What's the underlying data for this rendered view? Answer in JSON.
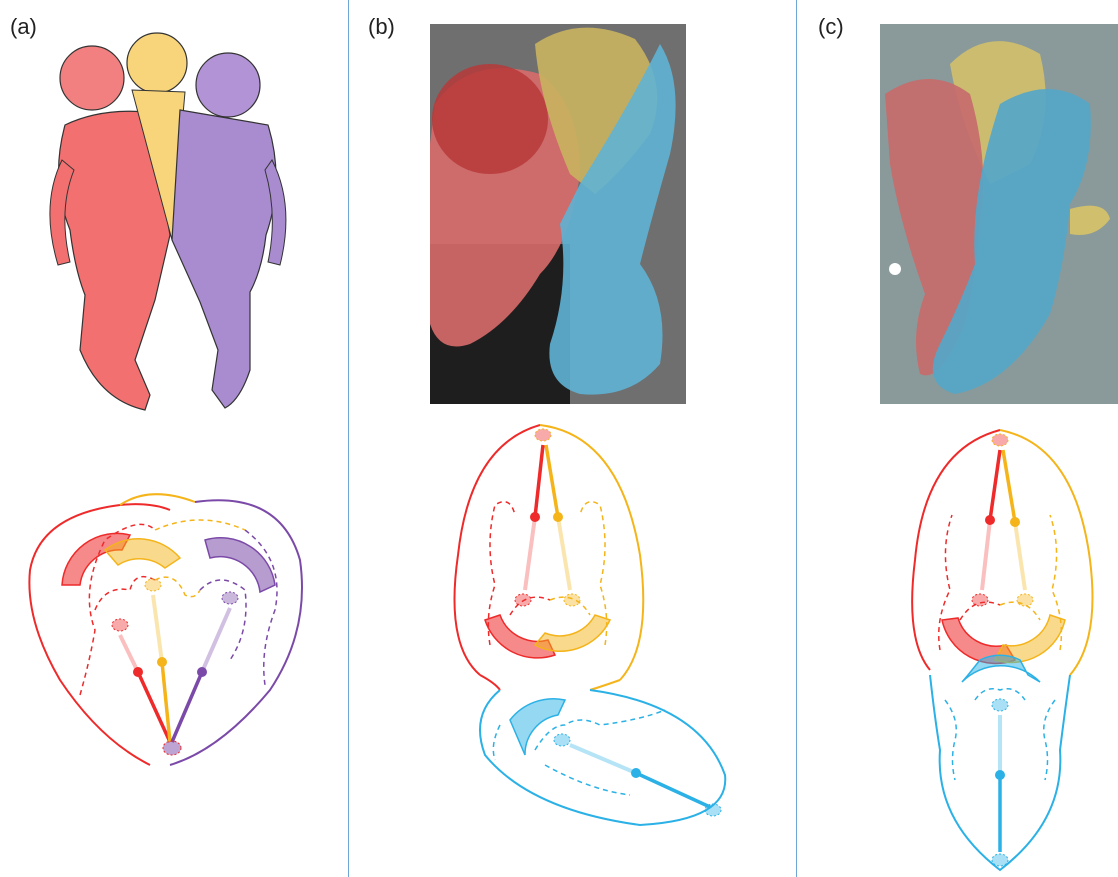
{
  "panels": [
    {
      "label": "(a)"
    },
    {
      "label": "(b)"
    },
    {
      "label": "(c)"
    }
  ],
  "colors": {
    "red": "#ee2a2a",
    "yellow": "#f4b41a",
    "purple": "#7b4aa8",
    "blue": "#2bb1e6",
    "divider": "#6ea6d8"
  }
}
